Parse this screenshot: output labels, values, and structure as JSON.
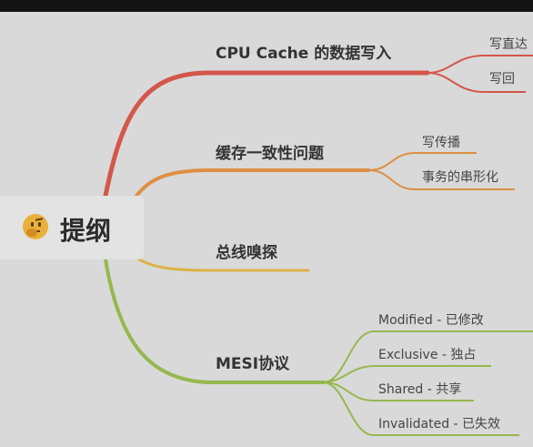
{
  "topbar": {},
  "root": {
    "label": "提纲",
    "icon": "thinking-face-icon"
  },
  "branches": [
    {
      "label": "CPU Cache 的数据写入",
      "color": "#d5564b",
      "children": [
        {
          "label": "写直达"
        },
        {
          "label": "写回"
        }
      ]
    },
    {
      "label": "缓存一致性问题",
      "color": "#de8f44",
      "children": [
        {
          "label": "写传播"
        },
        {
          "label": "事务的串形化"
        }
      ]
    },
    {
      "label": "总线嗅探",
      "color": "#ddb347",
      "children": []
    },
    {
      "label": "MESI协议",
      "color": "#95b84e",
      "children": [
        {
          "label": "Modified - 已修改"
        },
        {
          "label": "Exclusive - 独占"
        },
        {
          "label": "Shared - 共享"
        },
        {
          "label": "Invalidated - 已失效"
        }
      ]
    }
  ]
}
